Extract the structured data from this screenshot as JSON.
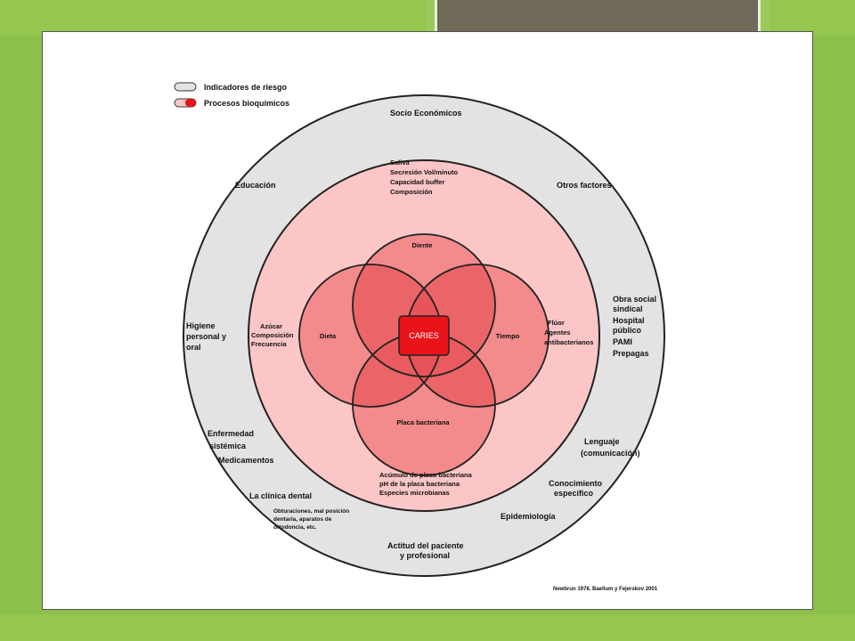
{
  "legend": {
    "risk_indicators": "Indicadores de riesgo",
    "biochemical_processes": "Procesos bioquímicos"
  },
  "outer_ring": {
    "socio": "Socio Económicos",
    "educacion": "Educación",
    "otros": "Otros factores",
    "higiene": [
      "Higiene",
      "personal y",
      "oral"
    ],
    "obra_social": [
      "Obra social",
      "sindical",
      "Hospital",
      "público",
      "PAMI",
      "Prepagas"
    ],
    "enfermedad": [
      "Enfermedad",
      "sistémica",
      "Medicamentos"
    ],
    "lenguaje": [
      "Lenguaje",
      "(comunicación)"
    ],
    "clinica": "La clínica dental",
    "clinica_detail": [
      "Obturaciones, mal posición",
      "dentaria, aparatos de",
      "ortodoncia, etc."
    ],
    "conocimiento": [
      "Conocimiento",
      "específico"
    ],
    "epidemiologia": "Epidemiología",
    "actitud": [
      "Actitud del paciente",
      "y profesional"
    ]
  },
  "middle_ring": {
    "saliva": [
      "Saliva",
      "Secresión Vol/minuto",
      "Capacidad buffer",
      "Composición"
    ],
    "azucar": [
      "Azúcar",
      "Composición",
      "Frecuencia"
    ],
    "fluor": [
      "Flúor",
      "Agentes",
      "antibacterianos"
    ],
    "placa": [
      "Acúmulo de placa bacteriana",
      "pH de la placa bacteriana",
      "Especies microbianas"
    ]
  },
  "venn": {
    "diente": "Diente",
    "dieta": "Dieta",
    "tiempo": "Tiempo",
    "placa": "Placa bacteriana",
    "center": "CARIES"
  },
  "source": "Newbrun 1978. Baellum y Fejerskov 2001",
  "colors": {
    "outer_ring": "#e3e3e3",
    "middle_ring": "#fcc6c6",
    "venn_fill": "#f0787a",
    "center": "#e8141a"
  }
}
